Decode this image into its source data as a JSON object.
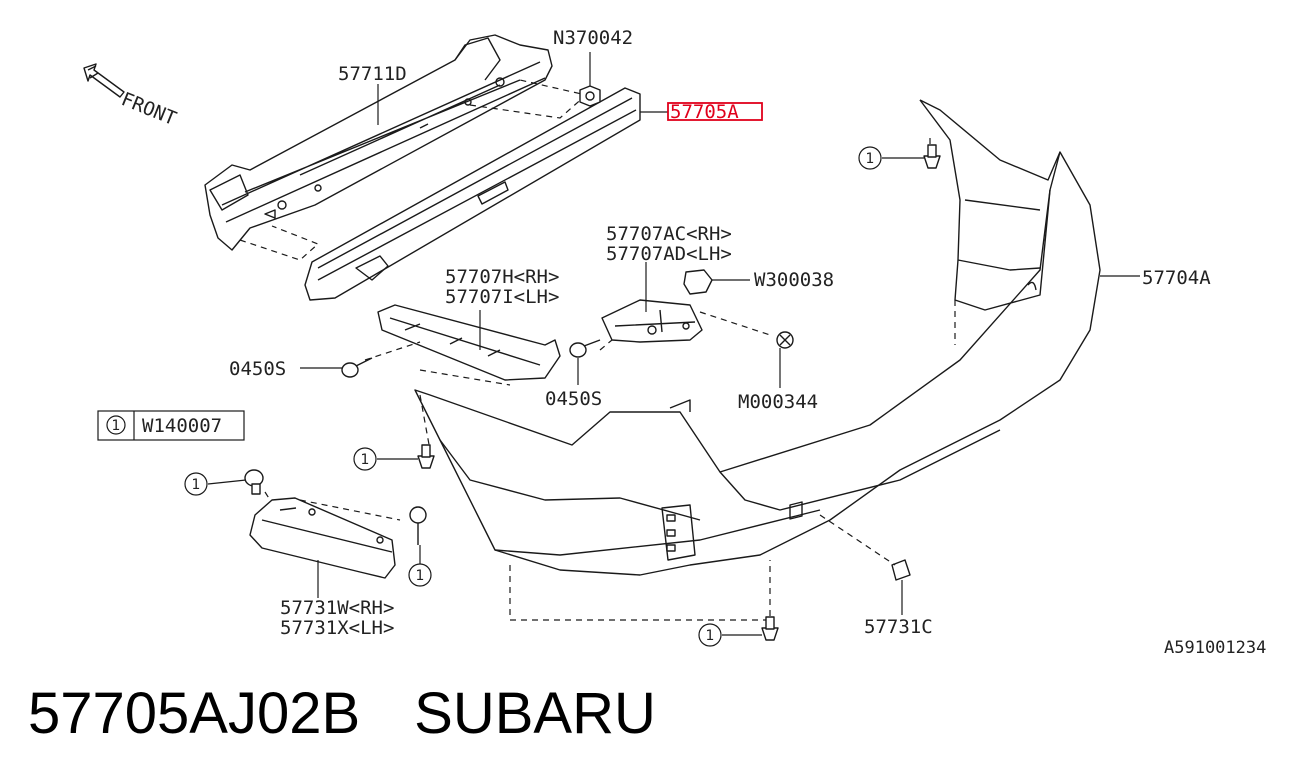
{
  "diagram": {
    "front_label": "FRONT",
    "labels": {
      "p57711D": "57711D",
      "pN370042": "N370042",
      "p57705A": "57705A",
      "p57704A": "57704A",
      "p57707AC": "57707AC<RH>",
      "p57707AD": "57707AD<LH>",
      "pW300038": "W300038",
      "p57707H": "57707H<RH>",
      "p57707I": "57707I<LH>",
      "p0450S_a": "0450S",
      "p0450S_b": "0450S",
      "pM000344": "M000344",
      "pW140007": "W140007",
      "p57731W": "57731W<RH>",
      "p57731X": "57731X<LH>",
      "p57731C": "57731C",
      "diagram_code": "A591001234"
    },
    "callout_number": "1",
    "highlight_color": "#e0001b"
  },
  "caption": {
    "part_number": "57705AJ02B",
    "brand": "SUBARU"
  }
}
